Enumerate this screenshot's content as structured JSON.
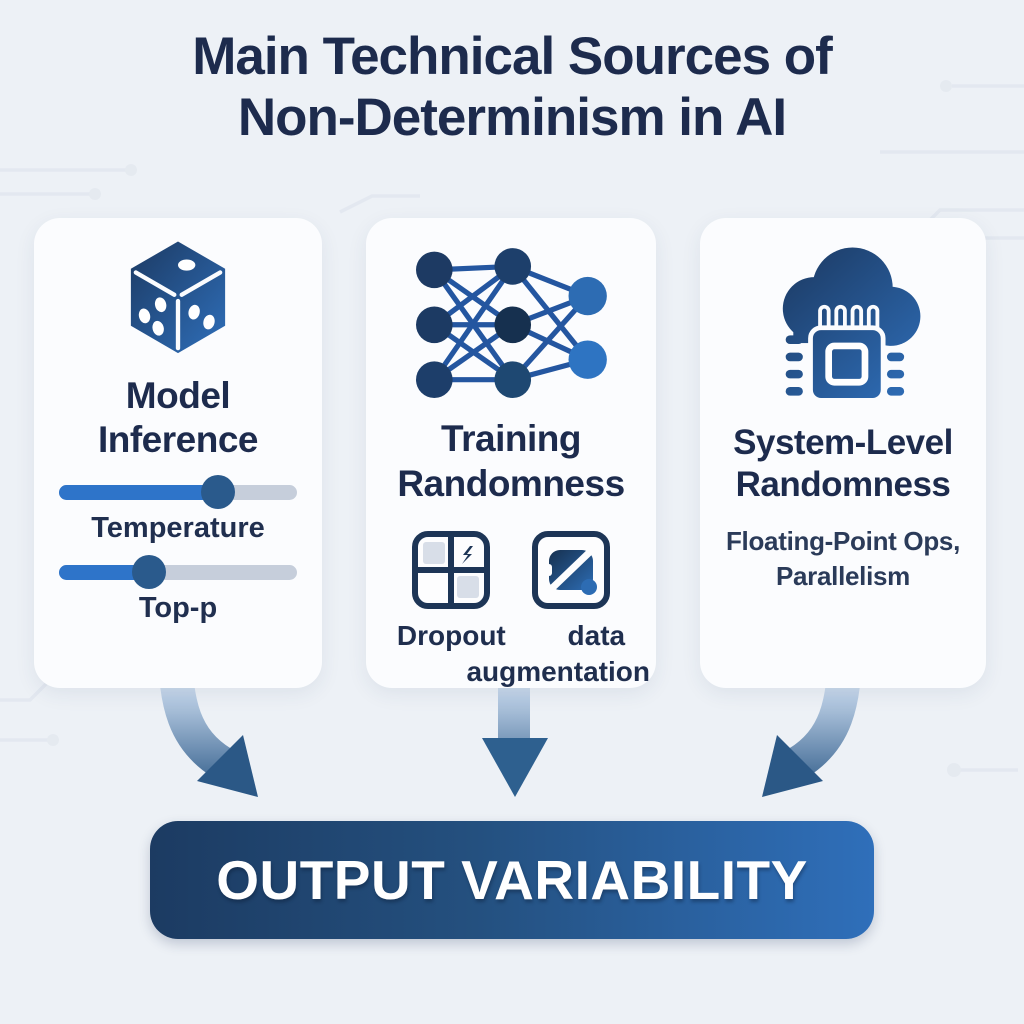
{
  "title": {
    "line1": "Main Technical Sources of",
    "line2": "Non-Determinism in AI"
  },
  "cards": [
    {
      "icon": "dice-icon",
      "title_line1": "Model",
      "title_line2": "Inference",
      "sliders": [
        {
          "label": "Temperature",
          "value_pct": 67
        },
        {
          "label": "Top-p",
          "value_pct": 38
        }
      ]
    },
    {
      "icon": "neural-network-icon",
      "title_line1": "Training",
      "title_line2": "Randomness",
      "sub_labels": {
        "left": "Dropout",
        "right": "data",
        "overflow": "augmentation"
      }
    },
    {
      "icon": "cloud-chip-icon",
      "title_line1": "System-Level",
      "title_line2": "Randomness",
      "subtitle_line1": "Floating-Point Ops,",
      "subtitle_line2": "Parallelism"
    }
  ],
  "banner": {
    "label": "OUTPUT VARIABILITY"
  },
  "colors": {
    "background": "#edf1f6",
    "card_bg": "#fbfcfe",
    "heading": "#1d2b4d",
    "slider_fill": "#2e74c9",
    "slider_track": "#c6cedb",
    "slider_knob": "#2a5a8c",
    "icon_dark": "#1c3a63",
    "icon_light": "#2f6fba",
    "arrow": "#2b5886",
    "banner_gradient_start": "#1c3b62",
    "banner_gradient_end": "#2f6fba",
    "banner_text": "#ffffff"
  }
}
